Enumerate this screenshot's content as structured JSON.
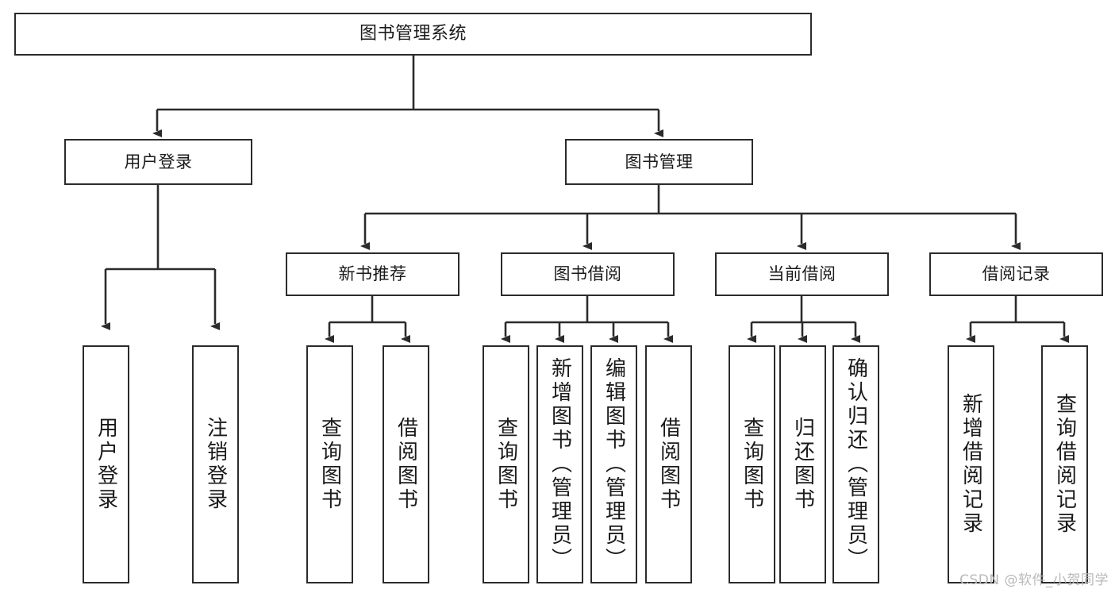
{
  "diagram": {
    "title": "图书管理系统",
    "type": "hierarchy-tree",
    "watermark": "CSDN @软件_小贺同学",
    "colors": {
      "box_border": "#2b2b2b",
      "box_fill": "#ffffff",
      "connector": "#2b2b2b",
      "text": "#1a1a1a",
      "watermark": "#b9b9b9",
      "background": "#ffffff"
    }
  },
  "nodes": {
    "root": {
      "label": "图书管理系统"
    },
    "level2": [
      {
        "label": "用户登录"
      },
      {
        "label": "图书管理"
      }
    ],
    "level3": [
      {
        "label": "新书推荐"
      },
      {
        "label": "图书借阅"
      },
      {
        "label": "当前借阅"
      },
      {
        "label": "借阅记录"
      }
    ],
    "leaves": {
      "user_login": [
        {
          "label": "用户登录"
        },
        {
          "label": "注销登录"
        }
      ],
      "new_book_recommend": [
        {
          "label": "查询图书"
        },
        {
          "label": "借阅图书"
        }
      ],
      "book_borrow": [
        {
          "label": "查询图书"
        },
        {
          "label": "新增图书（管理员）"
        },
        {
          "label": "编辑图书（管理员）"
        },
        {
          "label": "借阅图书"
        }
      ],
      "current_borrow": [
        {
          "label": "查询图书"
        },
        {
          "label": "归还图书"
        },
        {
          "label": "确认归还（管理员）"
        }
      ],
      "borrow_record": [
        {
          "label": "新增借阅记录"
        },
        {
          "label": "查询借阅记录"
        }
      ]
    }
  }
}
